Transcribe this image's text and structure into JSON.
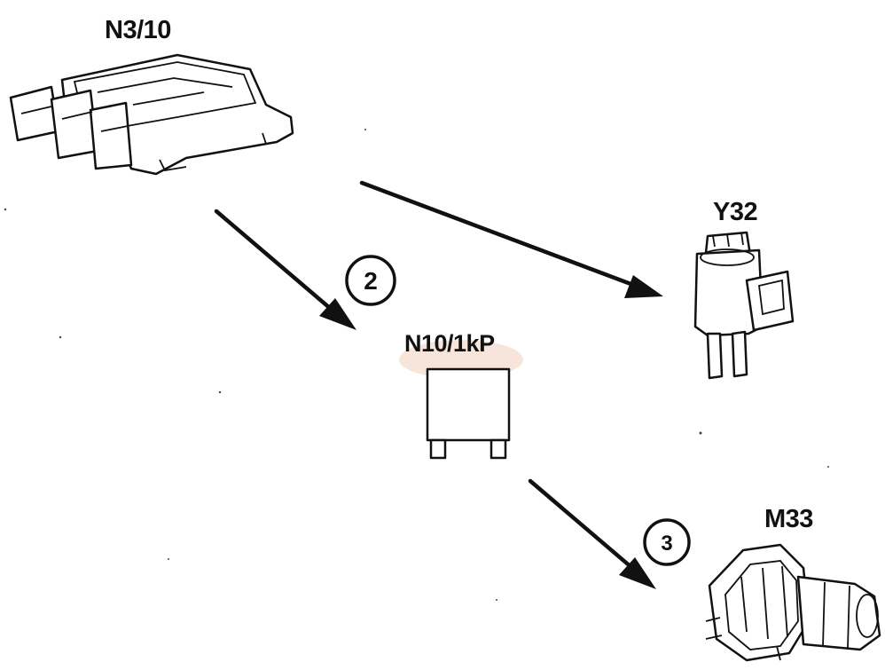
{
  "components": {
    "ecu": {
      "label": "N3/10"
    },
    "valve": {
      "label": "Y32"
    },
    "relay": {
      "label": "N10/1kP"
    },
    "motor": {
      "label": "M33"
    }
  },
  "markers": {
    "two": "2",
    "three": "3"
  },
  "colors": {
    "ink": "#111111",
    "background": "#ffffff",
    "watermark_tint": "#e8b59a"
  },
  "icons": [
    "ecu-module-icon",
    "solenoid-valve-icon",
    "relay-icon",
    "air-pump-motor-icon"
  ]
}
